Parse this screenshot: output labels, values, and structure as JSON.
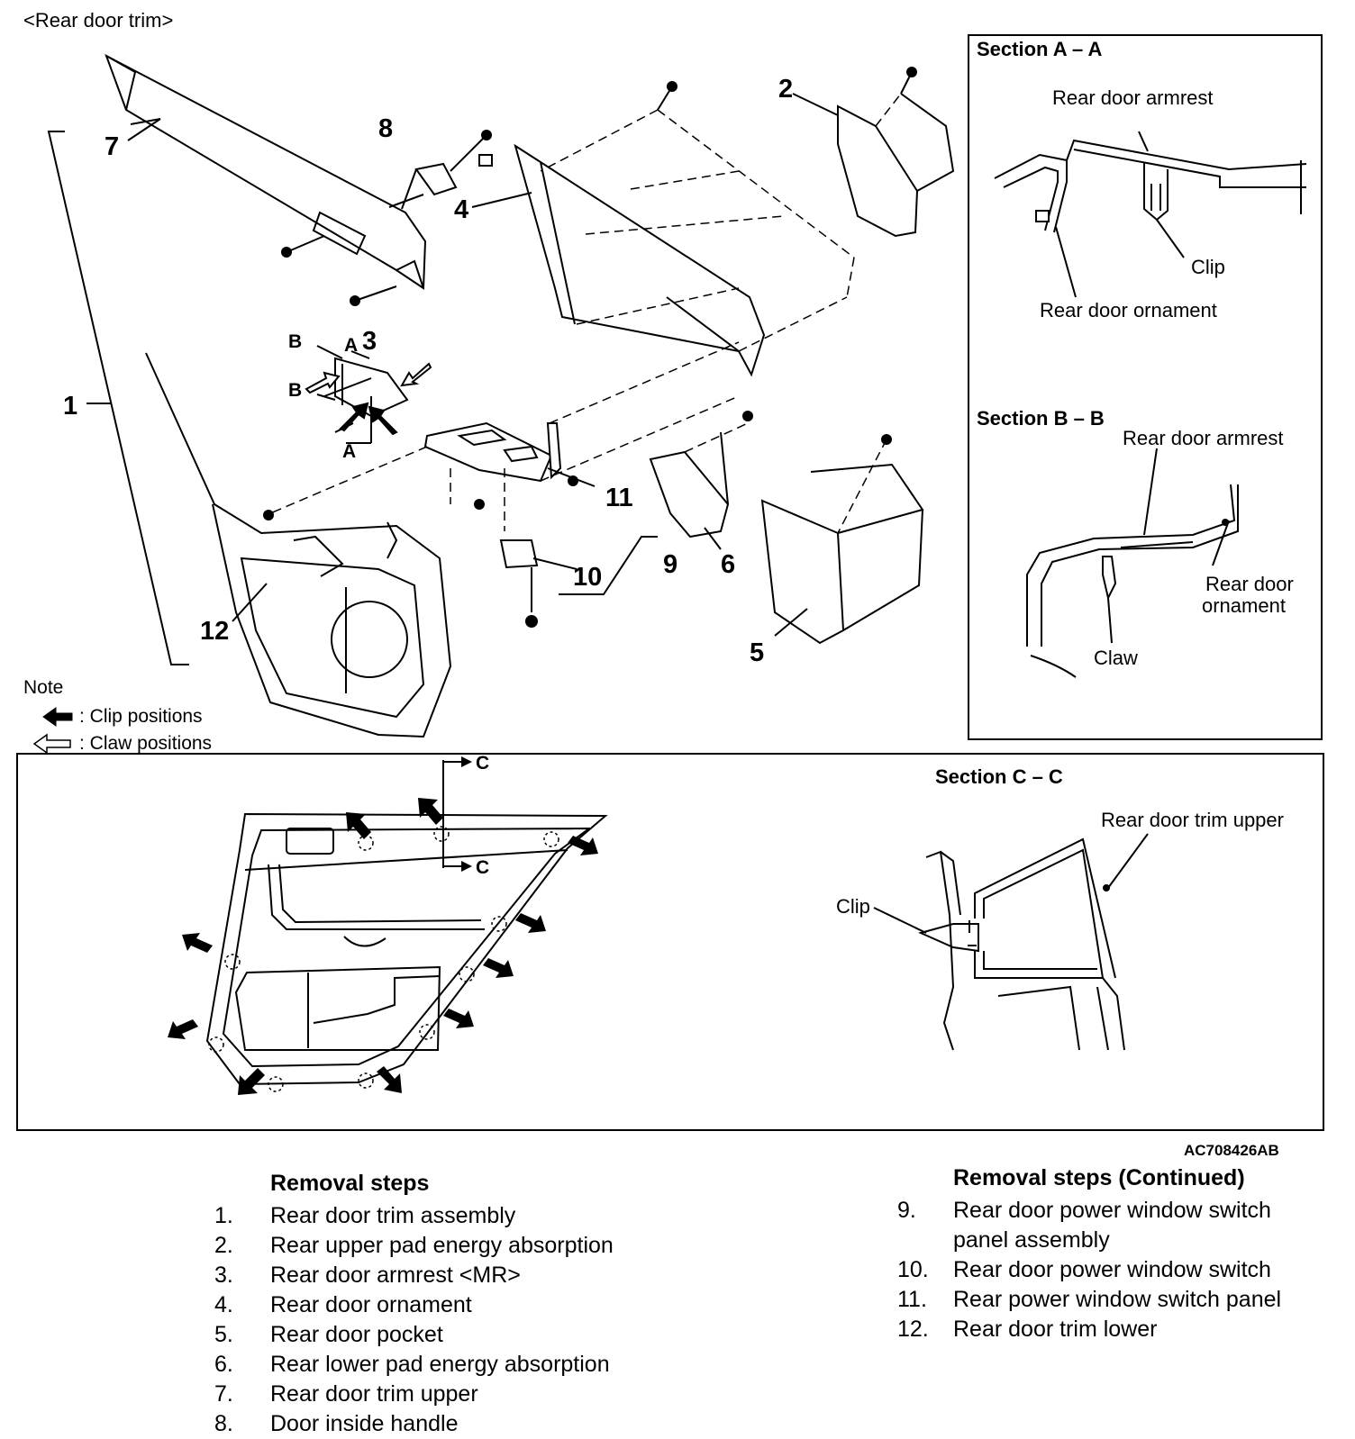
{
  "diagram": {
    "title": "<Rear door trim>",
    "part_callouts": [
      "1",
      "2",
      "3",
      "4",
      "5",
      "6",
      "7",
      "8",
      "9",
      "10",
      "11",
      "12"
    ],
    "section_markers": {
      "a": "A",
      "b": "B",
      "c": "C"
    },
    "note": {
      "heading": "Note",
      "clip_legend": ": Clip positions",
      "claw_legend": ": Claw positions"
    },
    "section_aa": {
      "title": "Section A – A",
      "armrest_label": "Rear door armrest",
      "clip_label": "Clip",
      "ornament_label": "Rear door ornament"
    },
    "section_bb": {
      "title": "Section B – B",
      "armrest_label": "Rear door armrest",
      "ornament_label_line1": "Rear door",
      "ornament_label_line2": "ornament",
      "claw_label": "Claw"
    },
    "section_cc": {
      "title": "Section C – C",
      "trim_label": "Rear door trim upper",
      "clip_label": "Clip"
    },
    "figure_code": "AC708426AB"
  },
  "removal_steps": {
    "title": "Removal steps",
    "items": [
      {
        "num": "1.",
        "text": "Rear door trim assembly"
      },
      {
        "num": "2.",
        "text": "Rear upper pad energy absorption"
      },
      {
        "num": "3.",
        "text": "Rear door armrest <MR>"
      },
      {
        "num": "4.",
        "text": "Rear door ornament"
      },
      {
        "num": "5.",
        "text": "Rear door pocket"
      },
      {
        "num": "6.",
        "text": "Rear lower pad energy absorption"
      },
      {
        "num": "7.",
        "text": "Rear door trim upper"
      },
      {
        "num": "8.",
        "text": "Door inside handle"
      }
    ]
  },
  "removal_steps_continued": {
    "title": "Removal steps (Continued)",
    "items": [
      {
        "num": "9.",
        "text_line1": "Rear door power window switch",
        "text_line2": "panel assembly"
      },
      {
        "num": "10.",
        "text_line1": "Rear door power window switch"
      },
      {
        "num": "11.",
        "text_line1": "Rear power window switch panel"
      },
      {
        "num": "12.",
        "text_line1": "Rear door trim lower"
      }
    ]
  }
}
